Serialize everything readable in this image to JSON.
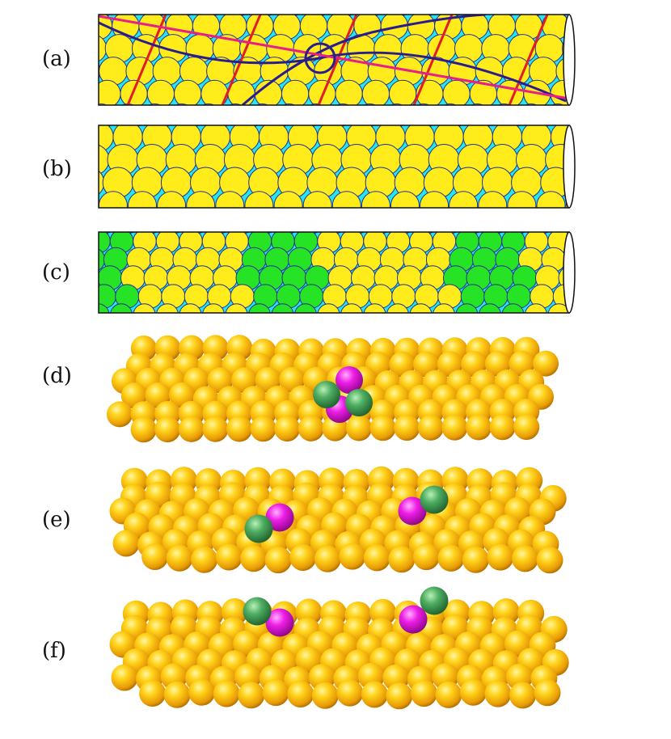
{
  "figure": {
    "panel_labels": [
      "(a)",
      "(b)",
      "(c)",
      "(d)",
      "(e)",
      "(f)"
    ]
  },
  "colors": {
    "disk_yellow": "#ffec1a",
    "gap_cyan": "#27e5f0",
    "disk_green": "#26e326",
    "outline_blue": "#20318f",
    "helix_red": "#e01d2a",
    "helix_navy": "#2a1e8e",
    "helix_magenta": "#e81f8a",
    "sphere_gold": "#f0a808",
    "sphere_green": "#3f9a52",
    "sphere_magenta": "#e80fe0"
  }
}
